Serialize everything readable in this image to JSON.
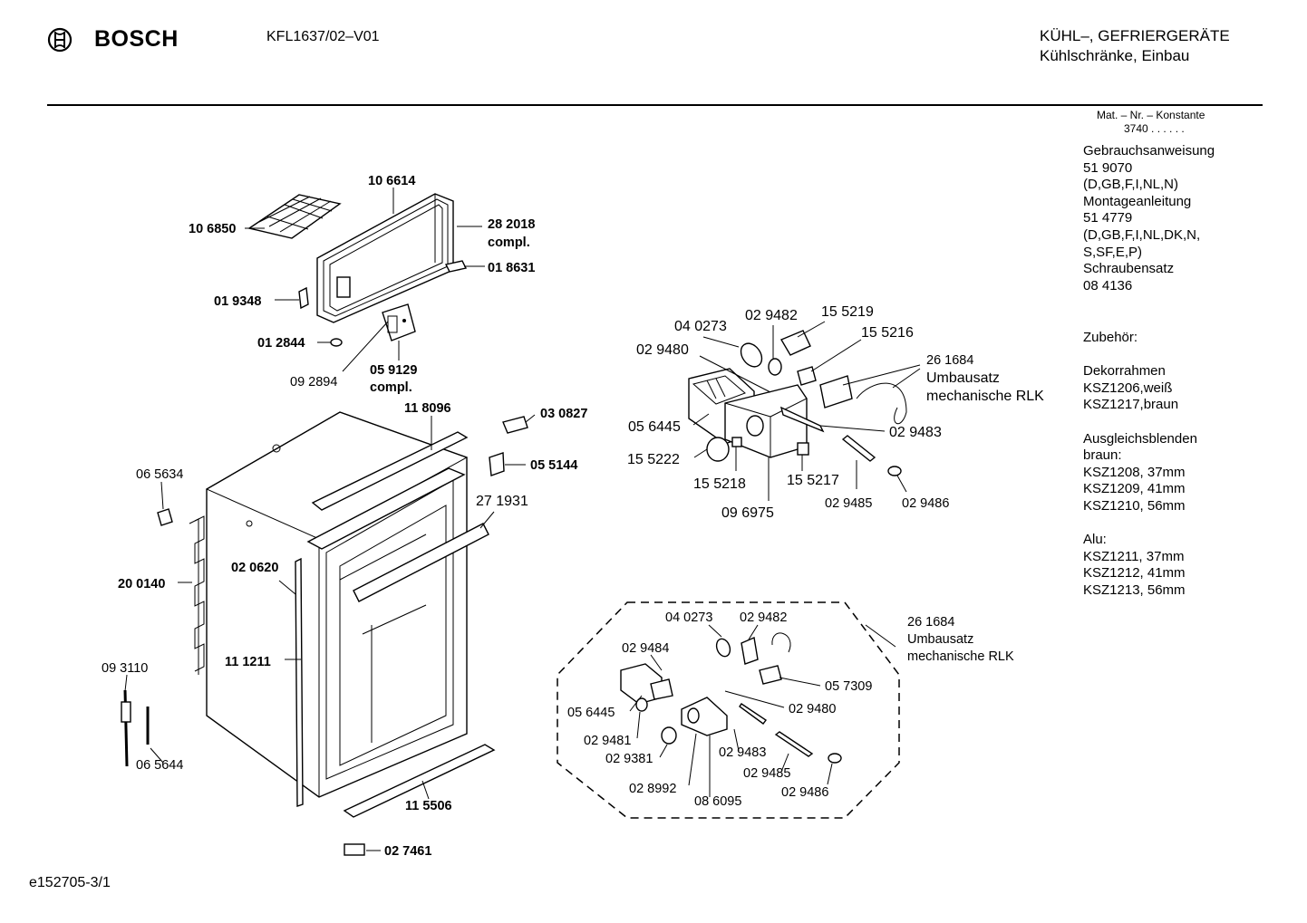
{
  "header": {
    "brand": "BOSCH",
    "model": "KFL1637/02–V01",
    "category_line1": "KÜHL–, GEFRIERGERÄTE",
    "category_line2": "Kühlschränke, Einbau"
  },
  "sidebar": {
    "mat_nr_label": "Mat. – Nr. – Konstante",
    "mat_nr_value": "3740 . . . . . .",
    "lines": [
      "Gebrauchsanweisung",
      "51 9070",
      "(D,GB,F,I,NL,N)",
      "Montageanleitung",
      "51 4779",
      "(D,GB,F,I,NL,DK,N,",
      "S,SF,E,P)",
      "Schraubensatz",
      "08 4136",
      "Zubehör:",
      "Dekorrahmen",
      "KSZ1206,weiß",
      "KSZ1217,braun",
      "Ausgleichsblenden",
      "braun:",
      "KSZ1208, 37mm",
      "KSZ1209, 41mm",
      "KSZ1210, 56mm",
      "Alu:",
      "KSZ1211, 37mm",
      "KSZ1212, 41mm",
      "KSZ1213, 56mm"
    ]
  },
  "labels": {
    "l106614": "10 6614",
    "l106850": "10 6850",
    "l282018": "28 2018",
    "l282018b": "compl.",
    "l018631": "01 8631",
    "l019348": "01 9348",
    "l012844": "01 2844",
    "l092894": "09 2894",
    "l059129": "05 9129",
    "l059129b": "compl.",
    "l118096": "11 8096",
    "l030827": "03 0827",
    "l055144": "05 5144",
    "l065634": "06 5634",
    "l271931": "27 1931",
    "l020620": "02 0620",
    "l200140": "20 0140",
    "l111211": "11 1211",
    "l093110": "09 3110",
    "l065644": "06 5644",
    "l115506": "11 5506",
    "l027461": "02 7461",
    "t040273": "04 0273",
    "t029482": "02 9482",
    "t155219": "15 5219",
    "t029480": "02 9480",
    "t155216": "15 5216",
    "t261684": "26 1684",
    "t261684b": "Umbausatz",
    "t261684c": "mechanische RLK",
    "t056445": "05 6445",
    "t029483": "02 9483",
    "t155222": "15 5222",
    "t155218": "15 5218",
    "t155217": "15 5217",
    "t096975": "09 6975",
    "t029485": "02 9485",
    "t029486": "02 9486",
    "b040273": "04 0273",
    "b029482": "02 9482",
    "b029484": "02 9484",
    "b261684": "26 1684",
    "b261684b": "Umbausatz",
    "b261684c": "mechanische RLK",
    "b057309": "05 7309",
    "b056445": "05 6445",
    "b029480": "02 9480",
    "b029481": "02 9481",
    "b029381": "02 9381",
    "b029483": "02 9483",
    "b029485": "02 9485",
    "b028992": "02 8992",
    "b086095": "08 6095",
    "b029486": "02 9486"
  },
  "footer": {
    "doc_id": "e152705-3/1"
  }
}
